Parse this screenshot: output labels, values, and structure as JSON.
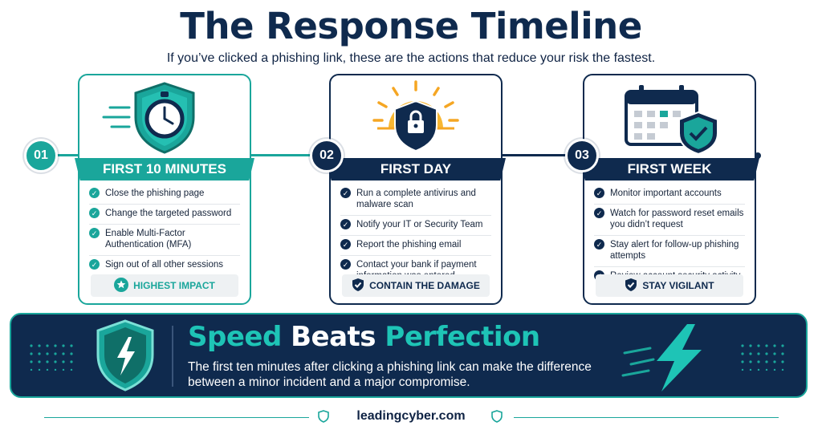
{
  "header": {
    "title": "The Response Timeline",
    "subtitle": "If you’ve clicked a phishing link, these are the actions that reduce your risk the fastest."
  },
  "colors": {
    "teal": "#1aa69b",
    "navy": "#0f2a4e",
    "accent_teal_text": "#1ec4b6"
  },
  "steps": [
    {
      "number": "01",
      "title": "FIRST 10 MINUTES",
      "icon": "stopwatch-shield-icon",
      "items": [
        "Close the phishing page",
        "Change the targeted password",
        "Enable Multi-Factor Authentication (MFA)",
        "Sign out of all other sessions"
      ],
      "badge": "HIGHEST IMPACT",
      "badge_icon": "star-badge-icon"
    },
    {
      "number": "02",
      "title": "FIRST DAY",
      "icon": "sunrise-lock-shield-icon",
      "items": [
        "Run a complete antivirus and malware scan",
        "Notify your IT or Security Team",
        "Report the phishing email",
        "Contact your bank if payment information was entered"
      ],
      "badge": "CONTAIN THE DAMAGE",
      "badge_icon": "shield-check-icon"
    },
    {
      "number": "03",
      "title": "FIRST WEEK",
      "icon": "calendar-shield-icon",
      "items": [
        "Monitor important accounts",
        "Watch for password reset emails you didn’t request",
        "Stay alert for follow-up phishing attempts",
        "Review account security activity"
      ],
      "badge": "STAY VIGILANT",
      "badge_icon": "shield-check-icon"
    }
  ],
  "banner": {
    "title_part1": "Speed",
    "title_part2": "Beats",
    "title_part3": "Perfection",
    "text": "The first ten minutes after clicking a phishing link can make the difference between a minor incident and a major compromise."
  },
  "footer": {
    "site": "leadingcyber.com"
  }
}
